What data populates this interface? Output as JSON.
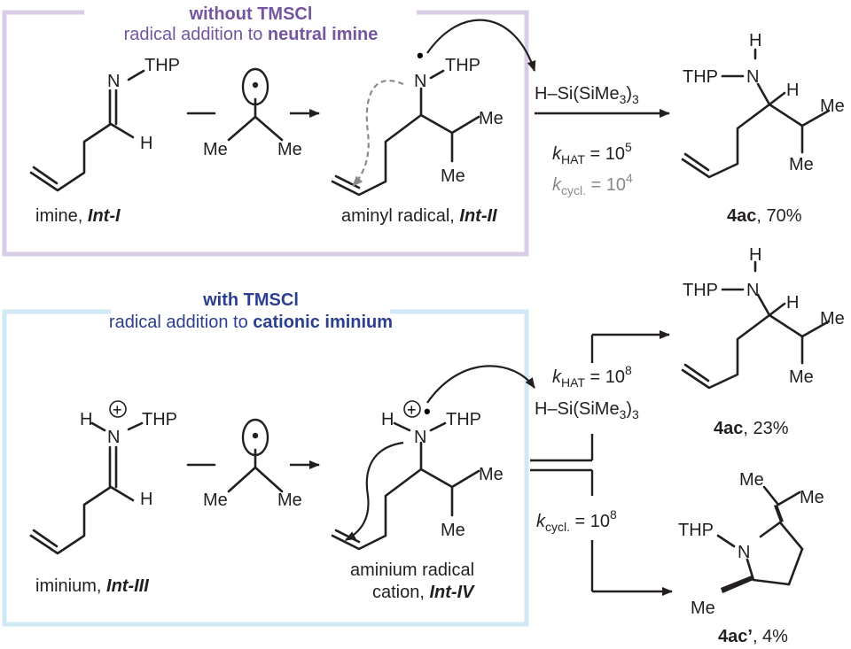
{
  "colors": {
    "purple_box": "#d8cde6",
    "purple_text": "#7356a0",
    "blue_box": "#cfeaf5",
    "blue_text": "#2b3f8f",
    "grey_text": "#8a8a8a",
    "ink": "#231f20"
  },
  "top": {
    "header_bold": "without TMSCl",
    "header_plain": "radical addition to ",
    "header_emph": "neutral imine",
    "imine_label": "imine, ",
    "imine_label_italic": "Int-I",
    "radical_label": "aminyl radical, ",
    "radical_label_italic": "Int-II",
    "reagent": "H–Si(SiMe",
    "reagent_sub": "3",
    "reagent_close": ")",
    "reagent_sub2": "3",
    "k1_k": "k",
    "k1_sub": "HAT",
    "k1_eq": " = 10",
    "k1_sup": "5",
    "k2_k": "k",
    "k2_sub": "cycl.",
    "k2_eq": " = 10",
    "k2_sup": "4",
    "product_bold": "4ac",
    "product_rest": ", 70%"
  },
  "bottom": {
    "header_bold": "with TMSCl",
    "header_plain": "radical addition to ",
    "header_emph": "cationic iminium",
    "iminium_label": "iminium, ",
    "iminium_label_italic": "Int-III",
    "cation_label_1": "aminium radical",
    "cation_label_2": "cation, ",
    "cation_label_italic": "Int-IV",
    "k1_k": "k",
    "k1_sub": "HAT",
    "k1_eq": " = 10",
    "k1_sup": "8",
    "reagent": "H–Si(SiMe",
    "reagent_sub": "3",
    "reagent_close": ")",
    "reagent_sub2": "3",
    "k2_k": "k",
    "k2_sub": "cycl.",
    "k2_eq": " = 10",
    "k2_sup": "8",
    "product1_bold": "4ac",
    "product1_rest": ", 23%",
    "product2_bold": "4ac’",
    "product2_rest": ", 4%"
  },
  "atoms": {
    "N": "N",
    "H": "H",
    "THP": "THP",
    "Me": "Me",
    "THP_dash": "THP",
    "plus": "+",
    "dot": "•"
  }
}
